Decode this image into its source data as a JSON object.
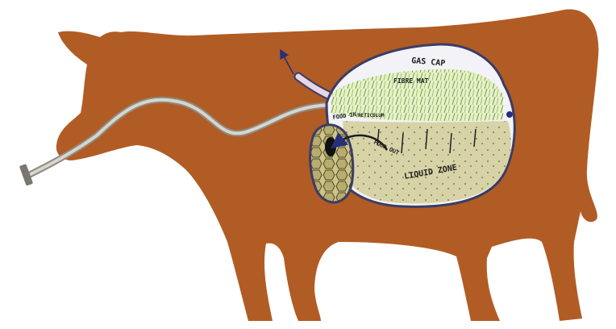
{
  "labels": {
    "gas_cap": "GAS CAP",
    "fibre_mat": "FIBRE MAT",
    "food_in": "FOOD IN",
    "reticulum": "RETICULUM",
    "food_out": "FOOD OUT",
    "liquid_zone": "LIQUID ZONE"
  },
  "colors": {
    "cow_body": "#b15c24",
    "tube": "#c9c5bb",
    "rumen_outline": "#3a3d66",
    "liquid": "#d7d3a7",
    "fibre": "#9dc46a",
    "reticulum_cells": "#b8ad6e",
    "arrow": "#26307a"
  }
}
